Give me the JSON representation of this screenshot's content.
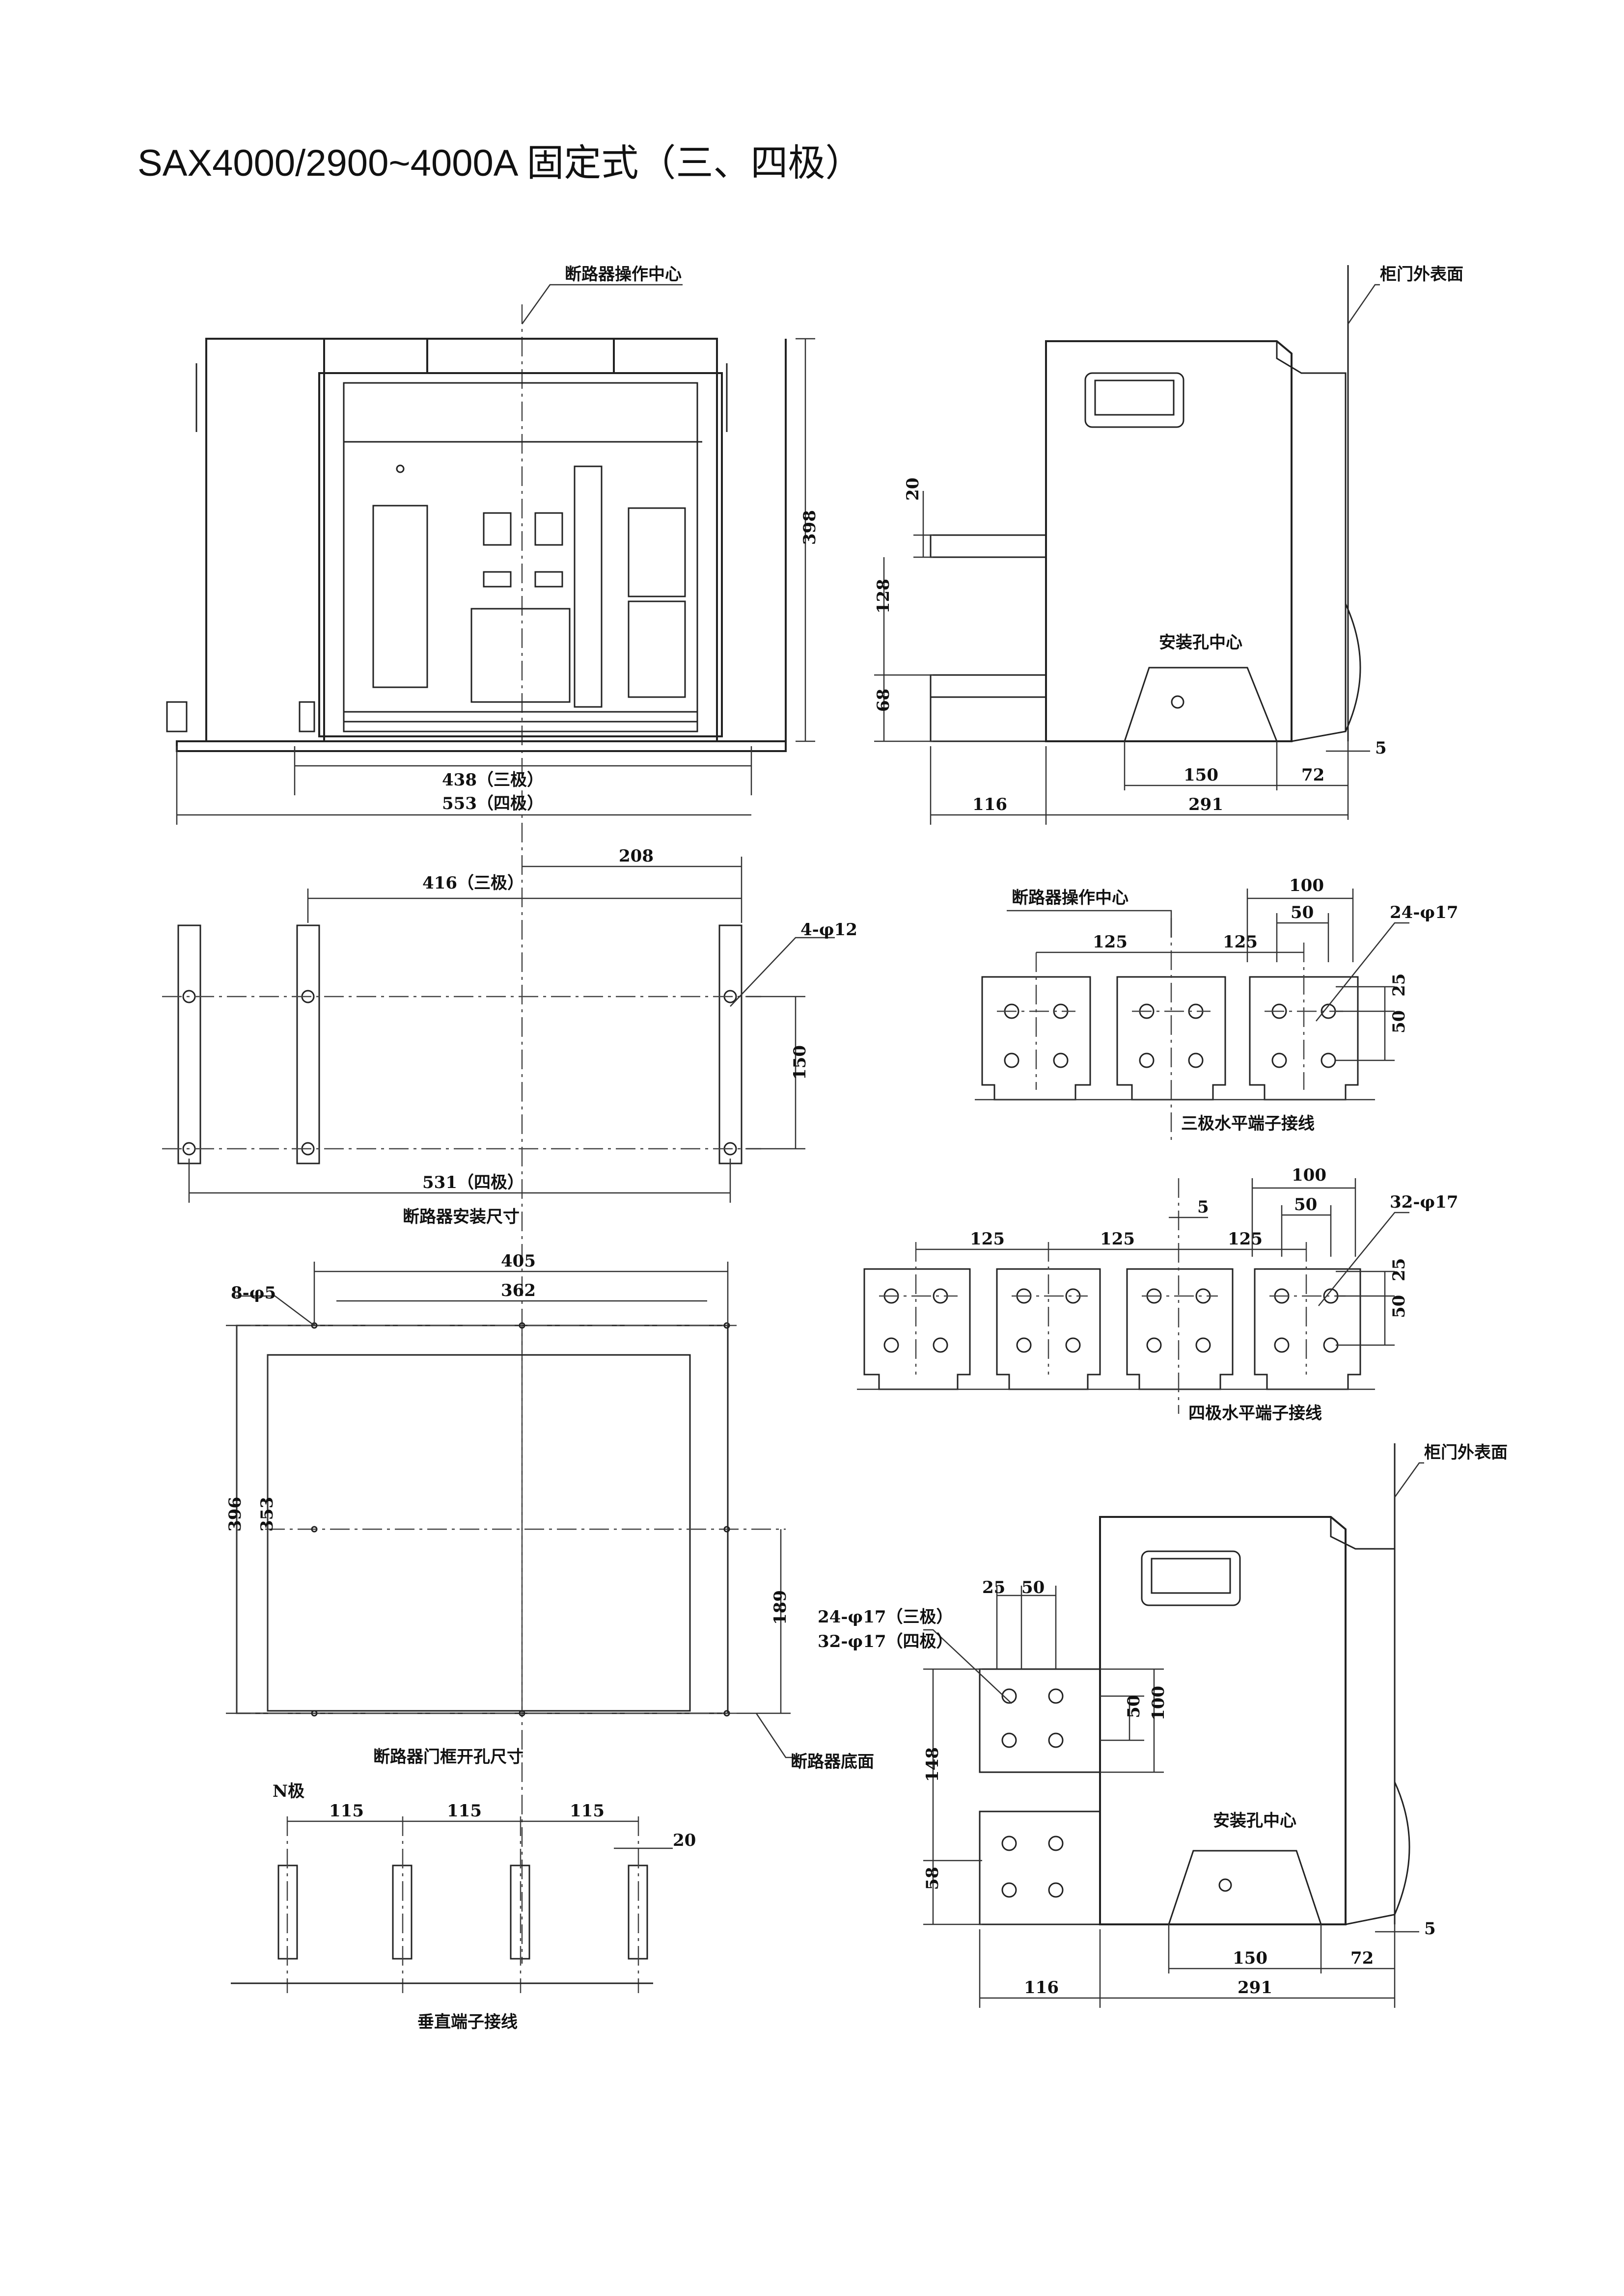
{
  "title": "SAX4000/2900~4000A 固定式（三、四极）",
  "labels": {
    "op_center": "断路器操作中心",
    "cabinet_surface": "柜门外表面",
    "cabinet_surface_2": "柜门外表面",
    "mount_center": "安装孔中心",
    "mount_center_2": "安装孔中心",
    "op_center_2": "断路器操作中心",
    "three_pole_terminal": "三极水平端子接线",
    "four_pole_terminal": "四极水平端子接线",
    "install_size": "断路器安装尺寸",
    "door_cutout": "断路器门框开孔尺寸",
    "bottom_face": "断路器底面",
    "vertical_terminal": "垂直端子接线",
    "n_pole": "N极"
  },
  "dims": {
    "front_438": "438（三极）",
    "front_553": "553（四极）",
    "front_398": "398",
    "side_20": "20",
    "side_128": "128",
    "side_68": "68",
    "side_150": "150",
    "side_72": "72",
    "side_5": "5",
    "side_116": "116",
    "side_291": "291",
    "mount_208": "208",
    "mount_416": "416（三极）",
    "mount_holes": "4-φ12",
    "mount_150": "150",
    "mount_531": "531（四极）",
    "t3_100": "100",
    "t3_50": "50",
    "t3_holes": "24-φ17",
    "t3_125a": "125",
    "t3_125b": "125",
    "t3_25": "25",
    "t3_50v": "50",
    "t4_100": "100",
    "t4_50": "50",
    "t4_holes": "32-φ17",
    "t4_5": "5",
    "t4_125a": "125",
    "t4_125b": "125",
    "t4_125c": "125",
    "t4_25": "25",
    "t4_50v": "50",
    "door_405": "405",
    "door_362": "362",
    "door_holes": "8-φ5",
    "door_396": "396",
    "door_353": "353",
    "door_189": "189",
    "vert_115a": "115",
    "vert_115b": "115",
    "vert_115c": "115",
    "vert_20": "20",
    "s2_25": "25",
    "s2_50": "50",
    "s2_holes3": "24-φ17（三极）",
    "s2_holes4": "32-φ17（四极）",
    "s2_50v": "50",
    "s2_100": "100",
    "s2_148": "148",
    "s2_58": "58",
    "s2_150": "150",
    "s2_72": "72",
    "s2_5": "5",
    "s2_116": "116",
    "s2_291": "291"
  }
}
